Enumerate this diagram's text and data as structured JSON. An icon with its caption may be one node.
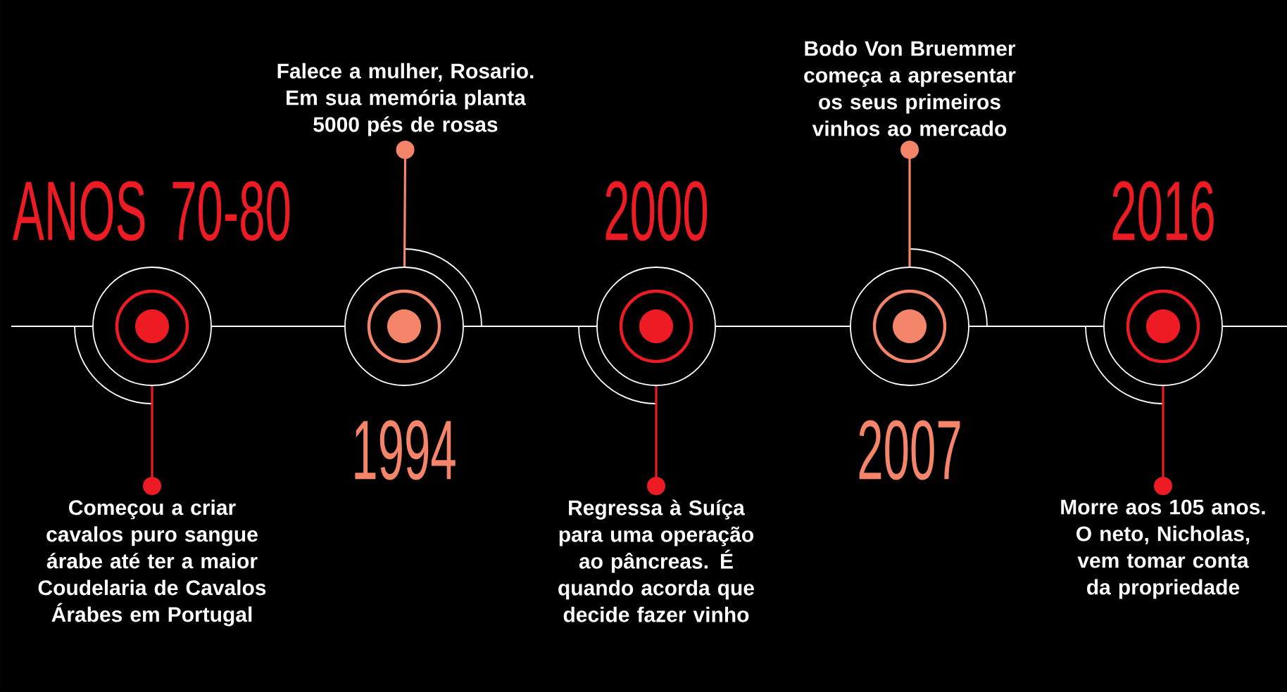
{
  "diagram": {
    "nodes": [
      {
        "text": [],
        "shape": "circle",
        "beside": [
          "ANOS 70-80"
        ]
      },
      {
        "text": [],
        "shape": "circle",
        "beside": [
          "1994"
        ]
      },
      {
        "text": [],
        "shape": "circle",
        "beside": [
          "2000"
        ]
      },
      {
        "text": [],
        "shape": "circle",
        "beside": [
          "2007"
        ]
      },
      {
        "text": [],
        "shape": "circle",
        "beside": [
          "2016"
        ]
      },
      {
        "text": [
          "Começou a criar cavalos puro sangue árabe até ter a maior Coudelaria de Cavalos Árabes em Portugal"
        ]
      },
      {
        "text": [
          "Falece a mulher, Rosario. Em sua memória planta 5000 pés de rosas"
        ]
      },
      {
        "text": [
          "Regressa à Suíça para uma operação ao pâncreas. É quando acorda que decide fazer vinho"
        ]
      },
      {
        "text": [
          "Bodo Von Bruemmer começa a apresentar os seus primeiros vinhos ao mercado"
        ]
      },
      {
        "text": [
          "Morre aos 105 anos. O neto, Nicholas, vem tomar conta da propriedade"
        ]
      }
    ],
    "edges": [
      {
        "from": null,
        "to": 0,
        "arrow": "none"
      },
      {
        "from": 0,
        "to": 1,
        "arrow": "none"
      },
      {
        "from": 1,
        "to": 2,
        "arrow": "none"
      },
      {
        "from": 2,
        "to": 3,
        "arrow": "none"
      },
      {
        "from": 3,
        "to": 4,
        "arrow": "none"
      },
      {
        "from": 4,
        "to": null,
        "arrow": "none"
      },
      {
        "from": 0,
        "to": 5,
        "arrow": "other",
        "color": "#ed1c24"
      },
      {
        "from": 1,
        "to": 6,
        "arrow": "other",
        "color": "#f4846a"
      },
      {
        "from": 2,
        "to": 7,
        "arrow": "other",
        "color": "#ed1c24"
      },
      {
        "from": 3,
        "to": 8,
        "arrow": "other",
        "color": "#f4846a"
      },
      {
        "from": 4,
        "to": 9,
        "arrow": "other",
        "color": "#ed1c24"
      }
    ]
  }
}
